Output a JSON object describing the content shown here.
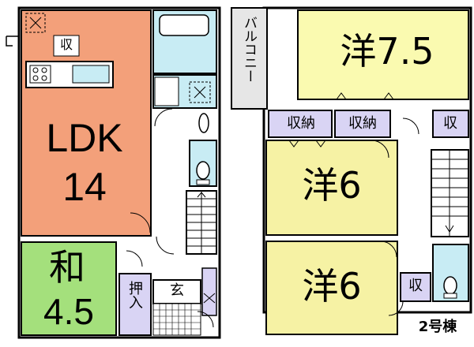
{
  "floor1": {
    "ldk": {
      "label": "LDK",
      "size": "14",
      "color": "#f3a07a"
    },
    "washitsu": {
      "label": "和",
      "size": "4.5",
      "color": "#a4e07c"
    },
    "storage_label": "収",
    "oshiire_label": "押入",
    "entrance_label": "玄",
    "wet_color": "#c8ecf4"
  },
  "floor2": {
    "balcony_label": "バルコニー",
    "bedroom1": {
      "label": "洋7.5",
      "color": "#fafab0"
    },
    "bedroom2": {
      "label": "洋6",
      "color": "#f6f2a4"
    },
    "bedroom3": {
      "label": "洋6",
      "color": "#f6f2a4"
    },
    "closet1_label": "収納",
    "closet2_label": "収納",
    "storage_label": "収",
    "storage2_label": "収",
    "closet_color": "#d9d4f4",
    "balcony_color": "#e6e6e6"
  },
  "building_label": "2号棟"
}
